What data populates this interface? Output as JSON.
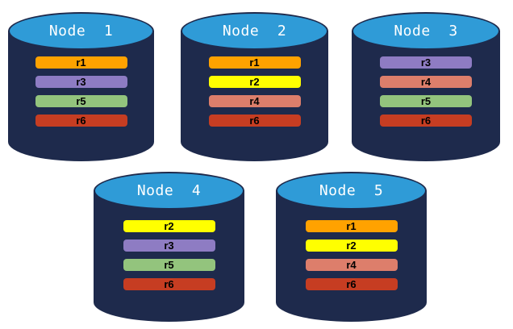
{
  "colors": {
    "background": "#FFFFFF",
    "cylinder_body": "#1E2A4C",
    "cylinder_top_fill": "#2F9BD7",
    "cylinder_top_border": "#1E2A4C",
    "node_label": "#FFFFFF",
    "replica_label": "#000000",
    "replica_palette": {
      "r1": "#FFA200",
      "r2": "#FFFF00",
      "r3": "#8E7CC3",
      "r4": "#DD7E6B",
      "r5": "#93C47D",
      "r6": "#C63D22"
    }
  },
  "nodes": [
    {
      "label": "Node  1",
      "replicas": [
        {
          "label": "r1",
          "color": "#FFA200"
        },
        {
          "label": "r3",
          "color": "#8E7CC3"
        },
        {
          "label": "r5",
          "color": "#93C47D"
        },
        {
          "label": "r6",
          "color": "#C63D22"
        }
      ]
    },
    {
      "label": "Node  2",
      "replicas": [
        {
          "label": "r1",
          "color": "#FFA200"
        },
        {
          "label": "r2",
          "color": "#FFFF00"
        },
        {
          "label": "r4",
          "color": "#DD7E6B"
        },
        {
          "label": "r6",
          "color": "#C63D22"
        }
      ]
    },
    {
      "label": "Node  3",
      "replicas": [
        {
          "label": "r3",
          "color": "#8E7CC3"
        },
        {
          "label": "r4",
          "color": "#DD7E6B"
        },
        {
          "label": "r5",
          "color": "#93C47D"
        },
        {
          "label": "r6",
          "color": "#C63D22"
        }
      ]
    },
    {
      "label": "Node  4",
      "replicas": [
        {
          "label": "r2",
          "color": "#FFFF00"
        },
        {
          "label": "r3",
          "color": "#8E7CC3"
        },
        {
          "label": "r5",
          "color": "#93C47D"
        },
        {
          "label": "r6",
          "color": "#C63D22"
        }
      ]
    },
    {
      "label": "Node  5",
      "replicas": [
        {
          "label": "r1",
          "color": "#FFA200"
        },
        {
          "label": "r2",
          "color": "#FFFF00"
        },
        {
          "label": "r4",
          "color": "#DD7E6B"
        },
        {
          "label": "r6",
          "color": "#C63D22"
        }
      ]
    }
  ]
}
